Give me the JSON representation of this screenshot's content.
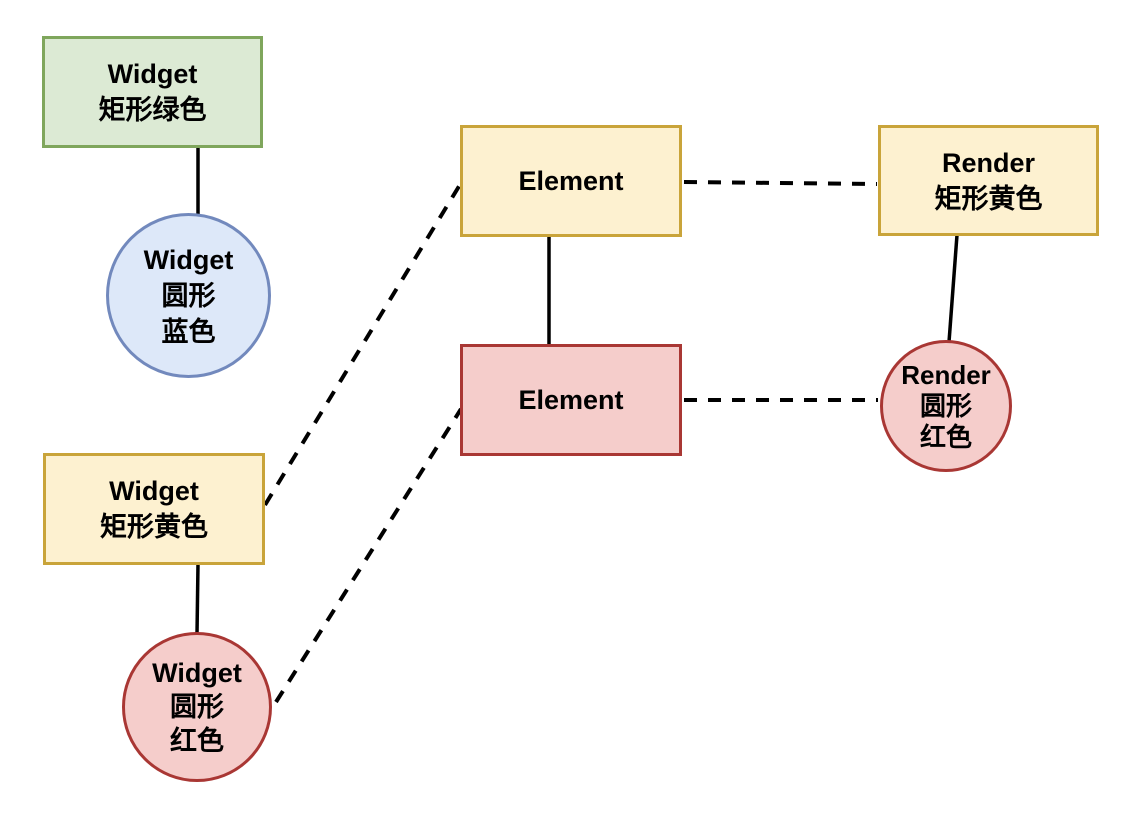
{
  "diagram": {
    "background_color": "#ffffff",
    "edge_color": "#000000",
    "text_color": "#000000",
    "nodes": {
      "widget_rect_green": {
        "lines": [
          "Widget",
          "矩形绿色"
        ],
        "shape": "rectangle",
        "fill": "#dcead4",
        "stroke": "#7fa65c"
      },
      "widget_circle_blue": {
        "lines": [
          "Widget",
          "圆形",
          "蓝色"
        ],
        "shape": "circle",
        "fill": "#dde8f9",
        "stroke": "#7289bd"
      },
      "widget_rect_yellow": {
        "lines": [
          "Widget",
          "矩形黄色"
        ],
        "shape": "rectangle",
        "fill": "#fdf1d0",
        "stroke": "#c9a43a"
      },
      "widget_circle_red": {
        "lines": [
          "Widget",
          "圆形",
          "红色"
        ],
        "shape": "circle",
        "fill": "#f5cdcb",
        "stroke": "#a93734"
      },
      "element_yellow": {
        "lines": [
          "Element"
        ],
        "shape": "rectangle",
        "fill": "#fdf1d0",
        "stroke": "#c9a43a"
      },
      "element_red": {
        "lines": [
          "Element"
        ],
        "shape": "rectangle",
        "fill": "#f5cdcb",
        "stroke": "#a93734"
      },
      "render_rect_yellow": {
        "lines": [
          "Render",
          "矩形黄色"
        ],
        "shape": "rectangle",
        "fill": "#fdf1d0",
        "stroke": "#c9a43a"
      },
      "render_circle_red": {
        "lines": [
          "Render",
          "圆形",
          "红色"
        ],
        "shape": "circle",
        "fill": "#f5cdcb",
        "stroke": "#a93734"
      }
    },
    "edges": [
      {
        "from": "widget_rect_green",
        "to": "widget_circle_blue",
        "style": "solid"
      },
      {
        "from": "widget_rect_yellow",
        "to": "widget_circle_red",
        "style": "solid"
      },
      {
        "from": "element_yellow",
        "to": "element_red",
        "style": "solid"
      },
      {
        "from": "render_rect_yellow",
        "to": "render_circle_red",
        "style": "solid"
      },
      {
        "from": "widget_rect_yellow",
        "to": "element_yellow",
        "style": "dashed"
      },
      {
        "from": "widget_circle_red",
        "to": "element_red",
        "style": "dashed"
      },
      {
        "from": "element_yellow",
        "to": "render_rect_yellow",
        "style": "dashed"
      },
      {
        "from": "element_red",
        "to": "render_circle_red",
        "style": "dashed"
      }
    ]
  }
}
